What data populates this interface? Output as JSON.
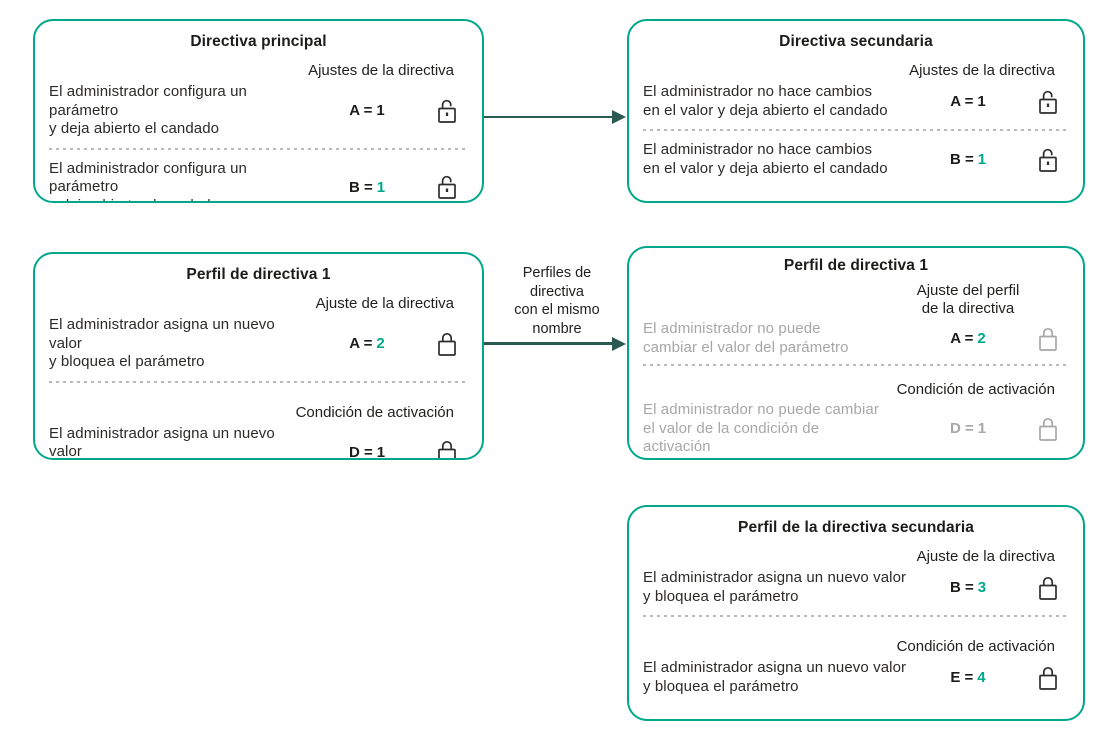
{
  "colors": {
    "accent": "#00a88b",
    "arrow": "#2a5a52",
    "muted": "#a7a7a7"
  },
  "boxes": [
    {
      "title": "Directiva principal",
      "sections": [
        {
          "label": "Ajustes de la directiva",
          "row": {
            "text": "El administrador configura un parámetro\ny deja abierto el candado",
            "text_color": "black",
            "value_prefix": "A =",
            "prefix_color": "black",
            "value_number": "1",
            "number_color": "black",
            "lock": "open",
            "lock_color": "black"
          }
        },
        {
          "label": "",
          "row": {
            "text": "El administrador configura un parámetro\ny deja abierto el candado",
            "text_color": "black",
            "value_prefix": "B =",
            "prefix_color": "black",
            "value_number": "1",
            "number_color": "teal",
            "lock": "open",
            "lock_color": "black"
          }
        }
      ]
    },
    {
      "title": "Directiva secundaria",
      "sections": [
        {
          "label": "Ajustes de la directiva",
          "row": {
            "text": "El administrador no hace cambios\nen el valor y deja abierto el candado",
            "text_color": "black",
            "value_prefix": "A =",
            "prefix_color": "black",
            "value_number": "1",
            "number_color": "black",
            "lock": "open",
            "lock_color": "black"
          }
        },
        {
          "label": "",
          "row": {
            "text": "El administrador no hace cambios\nen el valor y deja abierto el candado",
            "text_color": "black",
            "value_prefix": "B =",
            "prefix_color": "black",
            "value_number": "1",
            "number_color": "teal",
            "lock": "open",
            "lock_color": "black"
          }
        }
      ]
    },
    {
      "title": "Perfil de directiva 1",
      "sections": [
        {
          "label": "Ajuste de la directiva",
          "row": {
            "text": "El administrador asigna un nuevo valor\ny bloquea el parámetro",
            "text_color": "black",
            "value_prefix": "A =",
            "prefix_color": "black",
            "value_number": "2",
            "number_color": "teal",
            "lock": "closed",
            "lock_color": "black"
          }
        },
        {
          "label": "Condición de activación",
          "row": {
            "text": "El administrador asigna un nuevo valor\ny bloquea el parámetro",
            "text_color": "black",
            "value_prefix": "D =",
            "prefix_color": "black",
            "value_number": "1",
            "number_color": "black",
            "lock": "closed",
            "lock_color": "black"
          }
        }
      ]
    },
    {
      "title": "Perfil de directiva 1",
      "sections": [
        {
          "label": "Ajuste del perfil\nde la directiva",
          "row": {
            "text": "El administrador no puede\ncambiar el valor del parámetro",
            "text_color": "gray",
            "value_prefix": "A =",
            "prefix_color": "black",
            "value_number": "2",
            "number_color": "teal",
            "lock": "closed",
            "lock_color": "gray"
          }
        },
        {
          "label": "Condición de activación",
          "row": {
            "text": "El administrador no puede cambiar\nel valor de la condición de\nactivación",
            "text_color": "gray",
            "value_prefix": "D =",
            "prefix_color": "gray",
            "value_number": "1",
            "number_color": "gray",
            "lock": "closed",
            "lock_color": "gray"
          }
        }
      ]
    },
    {
      "title": "Perfil de la directiva secundaria",
      "sections": [
        {
          "label": "Ajuste de la directiva",
          "row": {
            "text": "El administrador asigna un nuevo valor\ny bloquea el parámetro",
            "text_color": "black",
            "value_prefix": "B =",
            "prefix_color": "black",
            "value_number": "3",
            "number_color": "teal",
            "lock": "closed",
            "lock_color": "black"
          }
        },
        {
          "label": "Condición de activación",
          "row": {
            "text": "El administrador asigna un nuevo valor\ny bloquea el parámetro",
            "text_color": "black",
            "value_prefix": "E =",
            "prefix_color": "black",
            "value_number": "4",
            "number_color": "teal",
            "lock": "closed",
            "lock_color": "black"
          }
        }
      ]
    }
  ],
  "connectors": {
    "profile_arrow_label": "Perfiles de\ndirectiva\ncon el mismo\nnombre"
  }
}
